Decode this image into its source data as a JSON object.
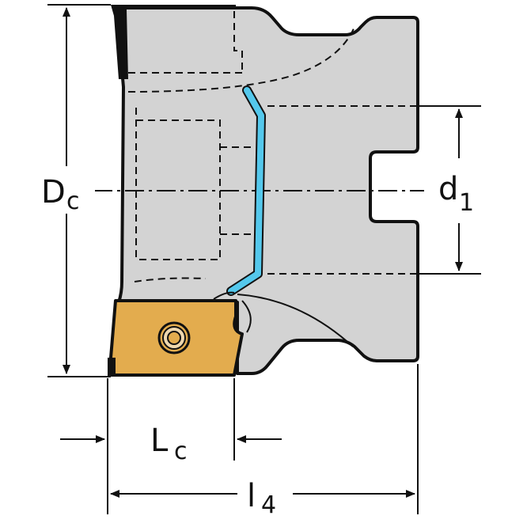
{
  "colors": {
    "body": "#d3d3d3",
    "outline": "#111111",
    "insert": "#e3ac4e",
    "coolant": "#54c8ec",
    "background": "#ffffff"
  },
  "dimensions": {
    "dc": {
      "main": "D",
      "sub": "c"
    },
    "d1": {
      "main": "d",
      "sub": "1"
    },
    "lc": {
      "main": "L",
      "sub": "c"
    },
    "l4": {
      "main": "l",
      "sub": "4"
    }
  }
}
